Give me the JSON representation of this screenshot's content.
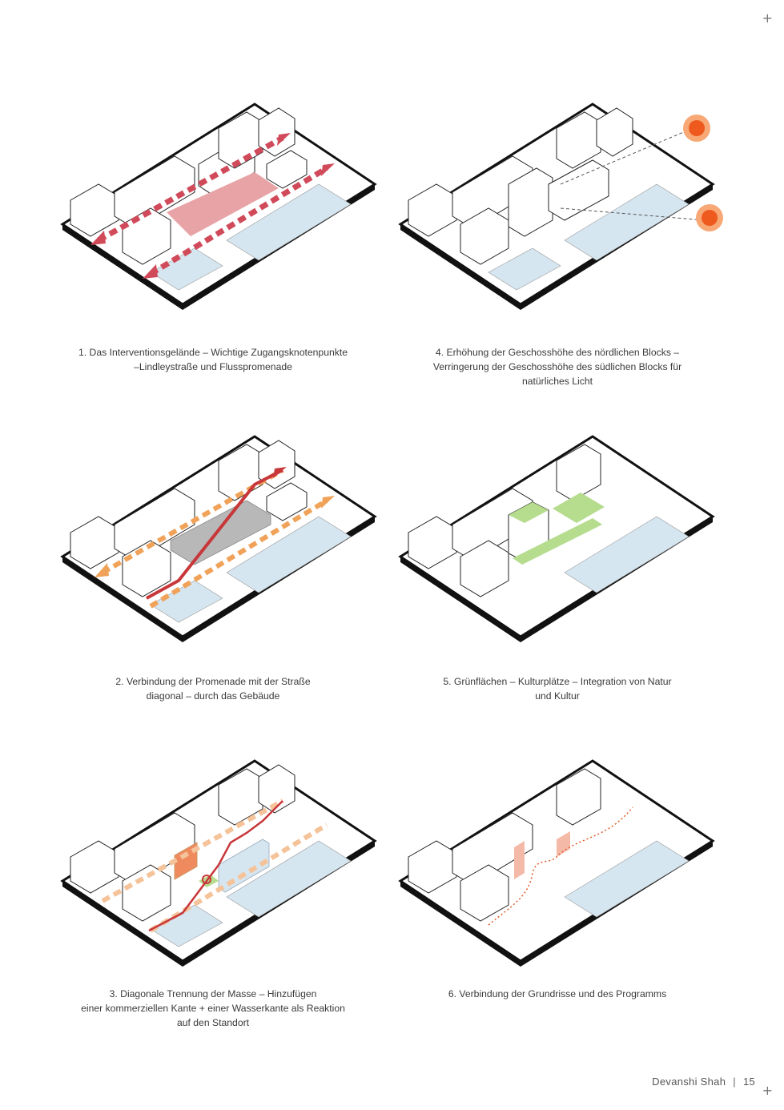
{
  "captions": [
    {
      "number": "1.",
      "lines": [
        "1. Das Interventionsgelände – Wichtige Zugangsknotenpunkte",
        "–Lindleystraße und Flusspromenade"
      ]
    },
    {
      "number": "2.",
      "lines": [
        "2. Verbindung der Promenade mit der Straße",
        "diagonal – durch das Gebäude"
      ]
    },
    {
      "number": "3.",
      "lines": [
        "3. Diagonale Trennung der Masse – Hinzufügen",
        "einer kommerziellen Kante + einer Wasserkante als Reaktion",
        "auf den Standort"
      ]
    },
    {
      "number": "4.",
      "lines": [
        "4. Erhöhung der Geschosshöhe des nördlichen Blocks –",
        "Verringerung der Geschosshöhe des südlichen Blocks für",
        "natürliches Licht"
      ]
    },
    {
      "number": "5.",
      "lines": [
        "5. Grünflächen – Kulturplätze – Integration von Natur",
        "und Kultur"
      ]
    },
    {
      "number": "6.",
      "lines": [
        "6. Verbindung der Grundrisse und des Programms"
      ]
    }
  ],
  "footer": {
    "author": "Devanshi Shah",
    "separator": "|",
    "page": "15"
  },
  "colors": {
    "water": "#d6e6f0",
    "site_red": "#e8a3a6",
    "arrow_red": "#d04a5a",
    "arrow_orange": "#f0a259",
    "path_red": "#c8373a",
    "sun": "#ee5a1e",
    "green": "#b6dc8e",
    "grey_mass": "#b8b8b8",
    "program_pink": "#f5b9a8"
  }
}
